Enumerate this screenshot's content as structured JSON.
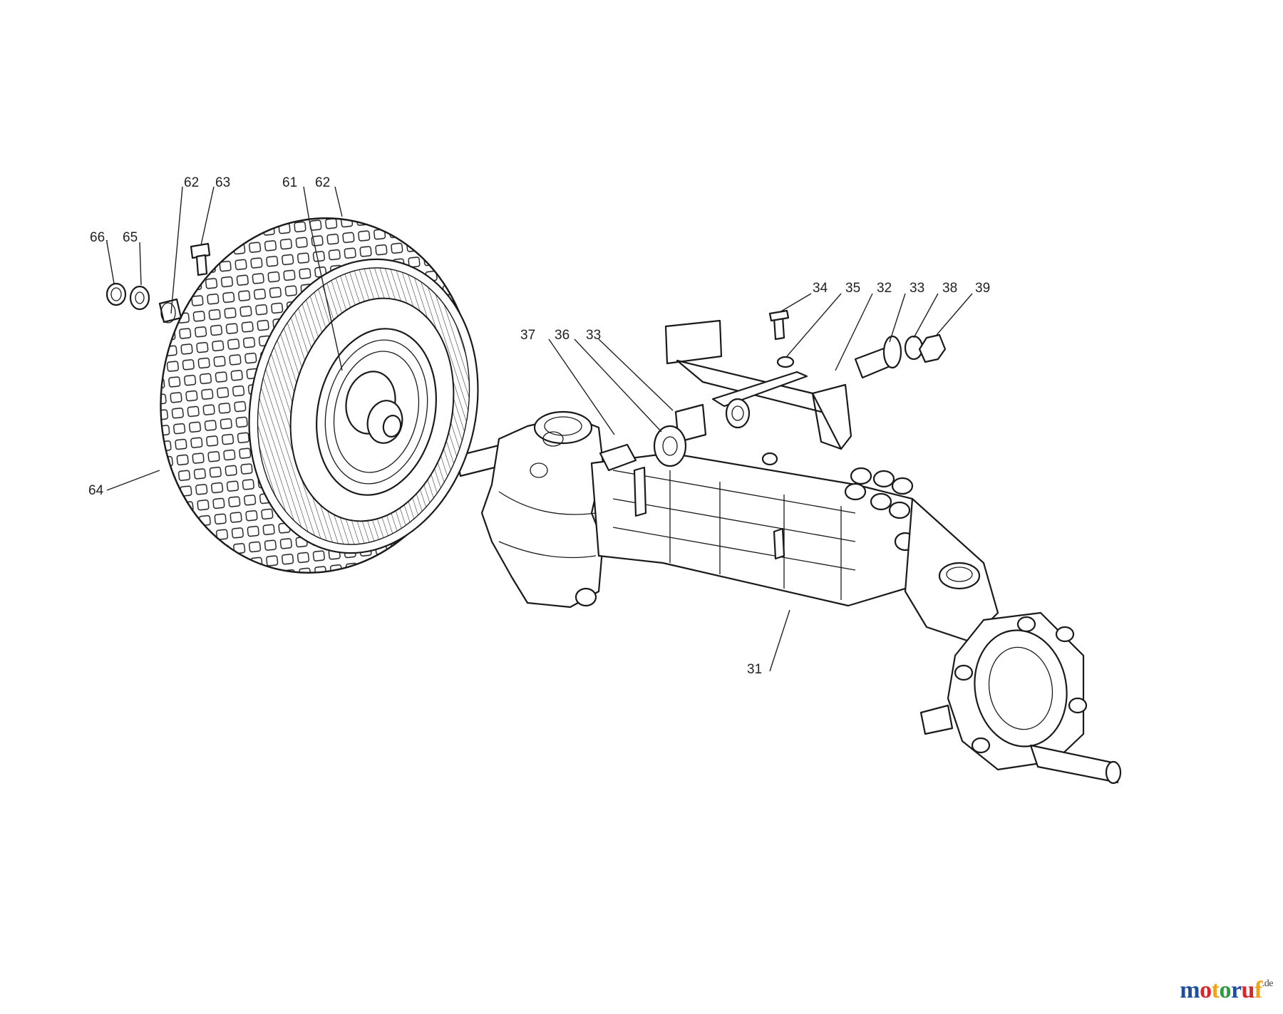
{
  "callouts": [
    {
      "id": "c-66",
      "label": "66,"
    },
    {
      "id": "c-65",
      "label": "65"
    },
    {
      "id": "c-62a",
      "label": "62"
    },
    {
      "id": "c-63",
      "label": "63"
    },
    {
      "id": "c-61",
      "label": "61"
    },
    {
      "id": "c-62b",
      "label": "62"
    },
    {
      "id": "c-64",
      "label": "64"
    },
    {
      "id": "c-37",
      "label": "37"
    },
    {
      "id": "c-36",
      "label": "36"
    },
    {
      "id": "c-33a",
      "label": "33"
    },
    {
      "id": "c-34",
      "label": "34"
    },
    {
      "id": "c-35",
      "label": "35"
    },
    {
      "id": "c-32",
      "label": "32"
    },
    {
      "id": "c-33b",
      "label": "33"
    },
    {
      "id": "c-38",
      "label": "38"
    },
    {
      "id": "c-39",
      "label": "39"
    },
    {
      "id": "c-31",
      "label": "31"
    }
  ],
  "watermark": {
    "letters": [
      {
        "ch": "m",
        "color": "#1f4e9c"
      },
      {
        "ch": "o",
        "color": "#d9262b"
      },
      {
        "ch": "t",
        "color": "#f0a21b"
      },
      {
        "ch": "o",
        "color": "#2f9a3e"
      },
      {
        "ch": "r",
        "color": "#1f4e9c"
      },
      {
        "ch": "u",
        "color": "#d9262b"
      },
      {
        "ch": "f",
        "color": "#f0a21b"
      }
    ],
    "suffix": ".de"
  }
}
